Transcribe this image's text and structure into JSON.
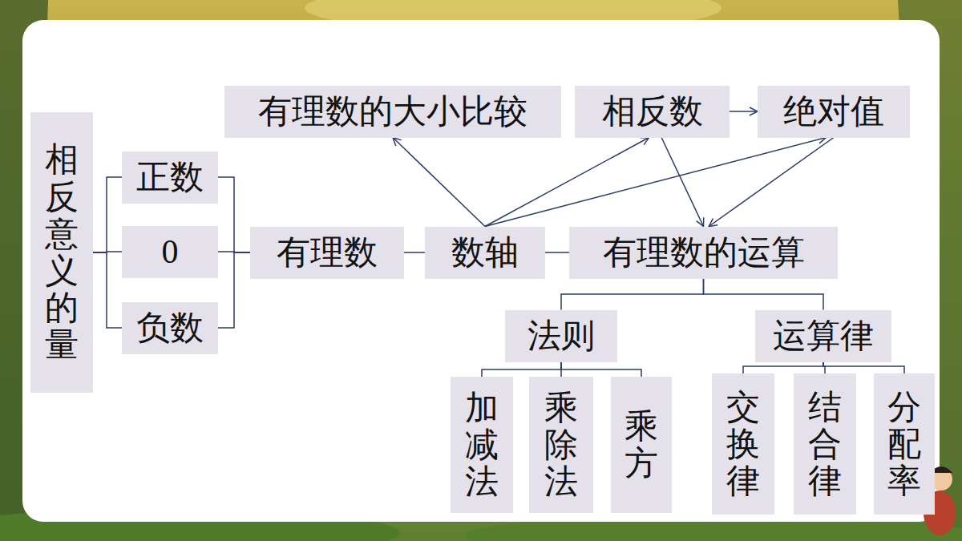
{
  "diagram": {
    "nodes": [
      {
        "text": [
          "相反意义的量"
        ]
      },
      {
        "text": [
          "正数"
        ]
      },
      {
        "text": [
          "0"
        ]
      },
      {
        "text": [
          "负数"
        ]
      },
      {
        "text": [
          "有理数"
        ]
      },
      {
        "text": [
          "数轴"
        ]
      },
      {
        "text": [
          "有理数的大小比较"
        ]
      },
      {
        "text": [
          "相反数"
        ]
      },
      {
        "text": [
          "绝对值"
        ]
      },
      {
        "text": [
          "有理数的运算"
        ]
      },
      {
        "text": [
          "法则"
        ]
      },
      {
        "text": [
          "运算律"
        ]
      },
      {
        "text": [
          "加减法"
        ]
      },
      {
        "text": [
          "乘除法"
        ]
      },
      {
        "text": [
          "乘方"
        ]
      },
      {
        "text": [
          "交换律"
        ]
      },
      {
        "text": [
          "结合律"
        ]
      },
      {
        "text": [
          "分配率"
        ]
      }
    ],
    "edges": [
      {
        "from": 0,
        "to": 1,
        "arrow": "none"
      },
      {
        "from": 0,
        "to": 2,
        "arrow": "none"
      },
      {
        "from": 0,
        "to": 3,
        "arrow": "none"
      },
      {
        "from": 1,
        "to": 4,
        "arrow": "none"
      },
      {
        "from": 2,
        "to": 4,
        "arrow": "none"
      },
      {
        "from": 3,
        "to": 4,
        "arrow": "none"
      },
      {
        "from": 4,
        "to": 5,
        "arrow": "none"
      },
      {
        "from": 5,
        "to": 9,
        "arrow": "none"
      },
      {
        "from": 5,
        "to": 6,
        "arrow": "to"
      },
      {
        "from": 5,
        "to": 7,
        "arrow": "to"
      },
      {
        "from": 5,
        "to": 8,
        "arrow": "to"
      },
      {
        "from": 7,
        "to": 8,
        "arrow": "to"
      },
      {
        "from": 7,
        "to": 9,
        "arrow": "to"
      },
      {
        "from": 8,
        "to": 9,
        "arrow": "to"
      },
      {
        "from": 9,
        "to": 10,
        "arrow": "none"
      },
      {
        "from": 9,
        "to": 11,
        "arrow": "none"
      },
      {
        "from": 10,
        "to": 12,
        "arrow": "none"
      },
      {
        "from": 10,
        "to": 13,
        "arrow": "none"
      },
      {
        "from": 10,
        "to": 14,
        "arrow": "none"
      },
      {
        "from": 11,
        "to": 15,
        "arrow": "none"
      },
      {
        "from": 11,
        "to": 16,
        "arrow": "none"
      },
      {
        "from": 11,
        "to": 17,
        "arrow": "none"
      }
    ]
  }
}
